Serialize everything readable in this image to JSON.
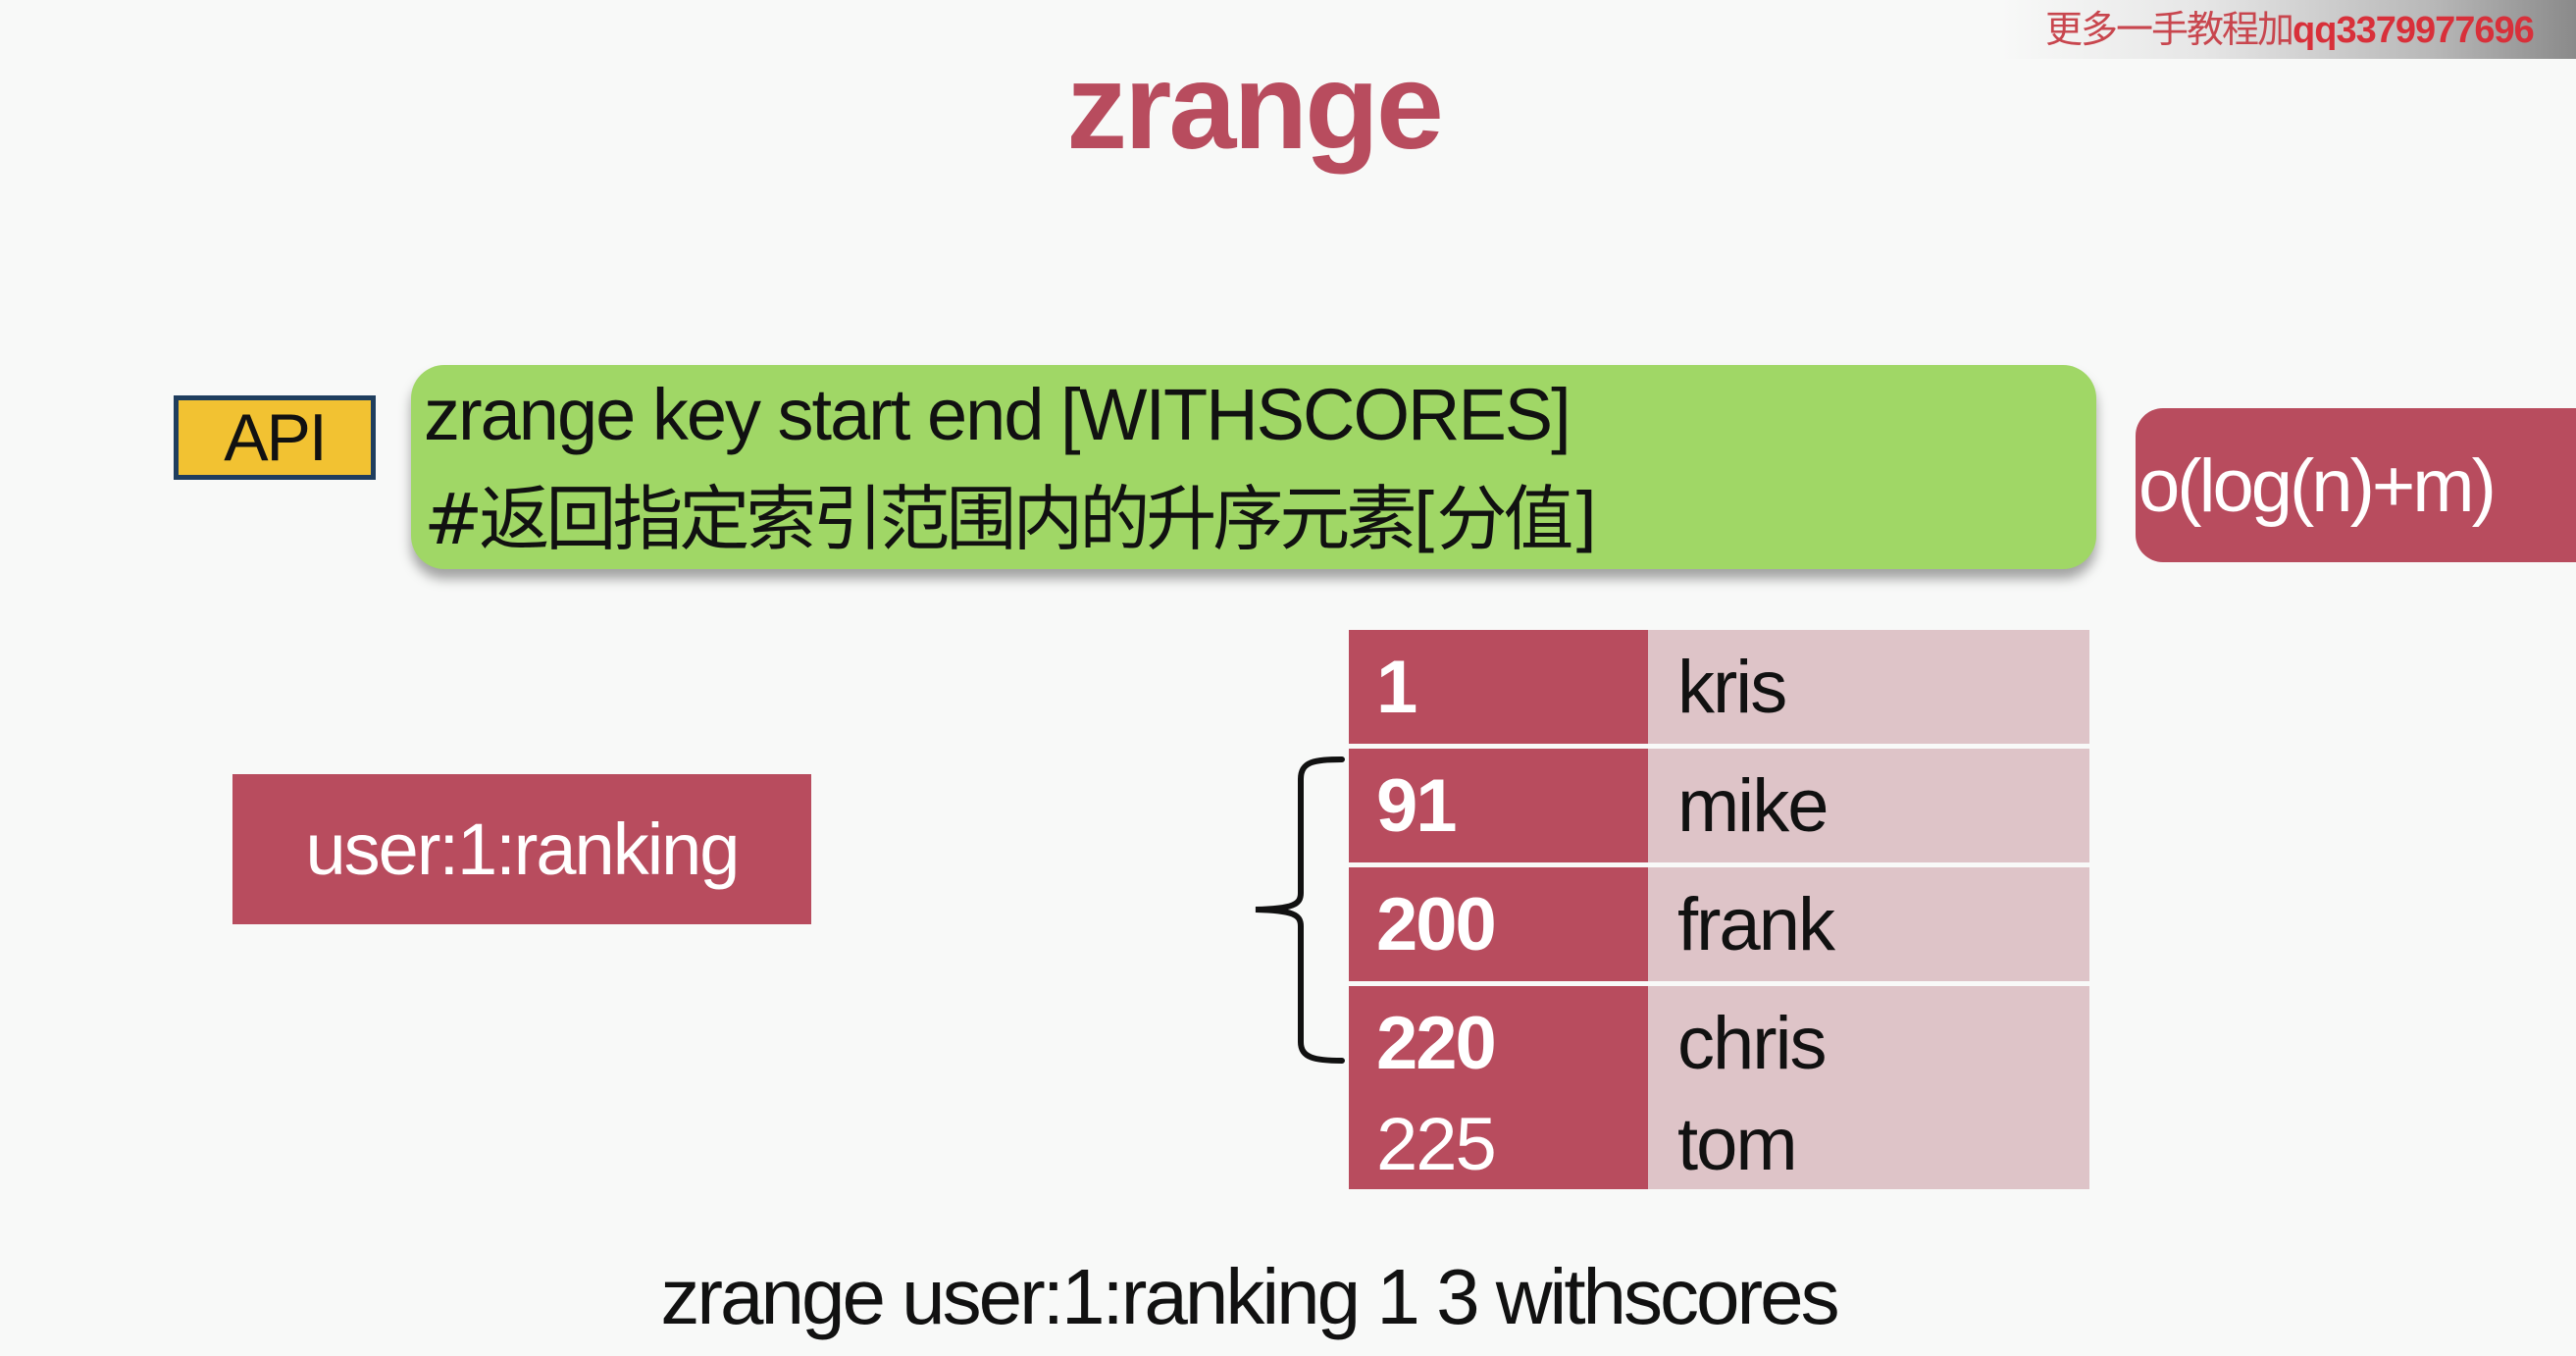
{
  "watermark": {
    "prefix": "更多一手教程加",
    "contact": "qq3379977696"
  },
  "slide": {
    "title": "zrange",
    "api_label": "API",
    "command_signature": "zrange key start end [WITHSCORES]",
    "command_description": "#返回指定索引范围内的升序元素[分值]",
    "complexity": "o(log(n)+m)",
    "key_name": "user:1:ranking",
    "example_command": "zrange user:1:ranking 1 3 withscores"
  },
  "sorted_set": {
    "rows": [
      {
        "score": "1",
        "member": "kris"
      },
      {
        "score": "91",
        "member": "mike"
      },
      {
        "score": "200",
        "member": "frank"
      },
      {
        "score": "220",
        "member": "chris"
      },
      {
        "score": "225",
        "member": "tom"
      }
    ],
    "selected_range": [
      1,
      3
    ]
  },
  "colors": {
    "accent_red": "#B84C5E",
    "light_pink": "#DEC4C8",
    "command_green": "#A0D766",
    "api_yellow": "#F2C232",
    "api_border": "#1F3E5E"
  }
}
